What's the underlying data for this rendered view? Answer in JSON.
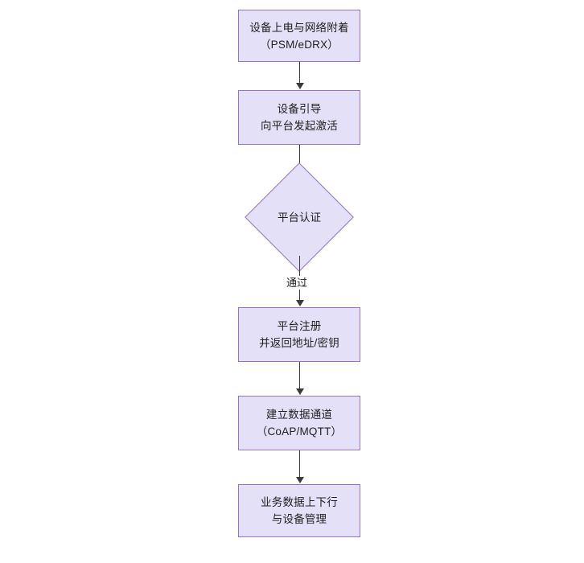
{
  "diagram": {
    "type": "flowchart",
    "orientation": "top-to-bottom",
    "title": "",
    "background_color": "#ffffff",
    "node_fill_color": "#e4e0f7",
    "node_border_color": "#9673c6",
    "edge_color": "#3a3a3a",
    "text_color": "#1f1f1f",
    "nodes": [
      {
        "id": "power-on",
        "shape": "rectangle",
        "line1": "设备上电与网络附着",
        "line2": "（PSM/eDRX）"
      },
      {
        "id": "bootstrap",
        "shape": "rectangle",
        "line1": "设备引导",
        "line2": "向平台发起激活"
      },
      {
        "id": "platform-auth",
        "shape": "diamond",
        "line1": "平台认证",
        "line2": ""
      },
      {
        "id": "platform-register",
        "shape": "rectangle",
        "line1": "平台注册",
        "line2": "并返回地址/密钥"
      },
      {
        "id": "data-channel",
        "shape": "rectangle",
        "line1": "建立数据通道",
        "line2": "（CoAP/MQTT）"
      },
      {
        "id": "business-data",
        "shape": "rectangle",
        "line1": "业务数据上下行",
        "line2": "与设备管理"
      }
    ],
    "edges": [
      {
        "id": "e1",
        "from": "power-on",
        "to": "bootstrap",
        "label": ""
      },
      {
        "id": "e2",
        "from": "bootstrap",
        "to": "platform-auth",
        "label": ""
      },
      {
        "id": "e3",
        "from": "platform-auth",
        "to": "platform-register",
        "label": "通过"
      },
      {
        "id": "e4",
        "from": "platform-register",
        "to": "data-channel",
        "label": ""
      },
      {
        "id": "e5",
        "from": "data-channel",
        "to": "business-data",
        "label": ""
      }
    ]
  }
}
